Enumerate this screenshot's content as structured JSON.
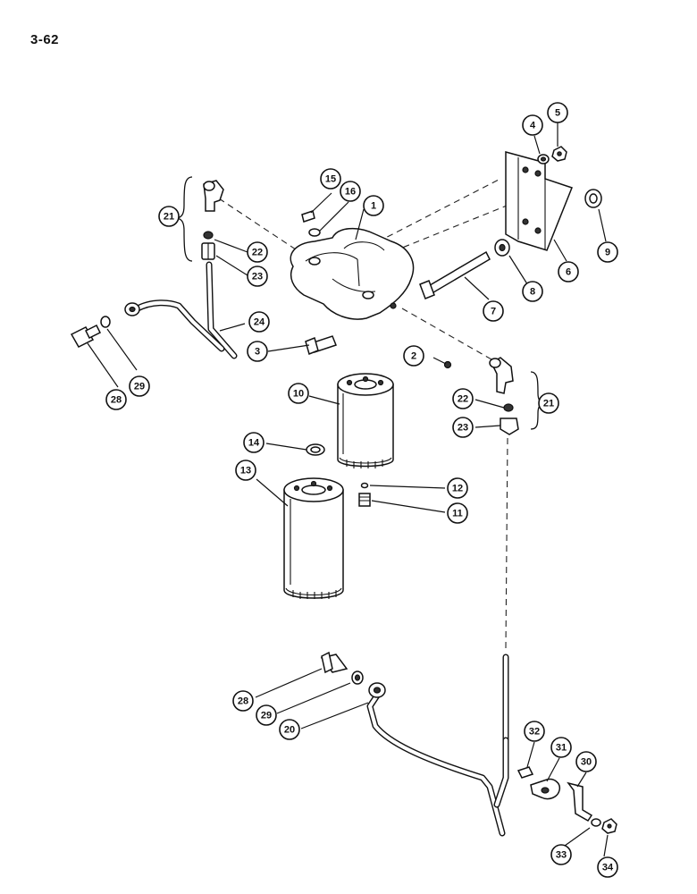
{
  "page": {
    "number": "3-62"
  },
  "callouts": [
    {
      "label": "1"
    },
    {
      "label": "2"
    },
    {
      "label": "3"
    },
    {
      "label": "4"
    },
    {
      "label": "5"
    },
    {
      "label": "6"
    },
    {
      "label": "7"
    },
    {
      "label": "8"
    },
    {
      "label": "9"
    },
    {
      "label": "10"
    },
    {
      "label": "11"
    },
    {
      "label": "12"
    },
    {
      "label": "13"
    },
    {
      "label": "14"
    },
    {
      "label": "15"
    },
    {
      "label": "16"
    },
    {
      "label": "21"
    },
    {
      "label": "22"
    },
    {
      "label": "23"
    },
    {
      "label": "24"
    },
    {
      "label": "28"
    },
    {
      "label": "29"
    },
    {
      "label": "2"
    },
    {
      "label": "22"
    },
    {
      "label": "23"
    },
    {
      "label": "21"
    },
    {
      "label": "28"
    },
    {
      "label": "29"
    },
    {
      "label": "20"
    },
    {
      "label": "32"
    },
    {
      "label": "31"
    },
    {
      "label": "30"
    },
    {
      "label": "33"
    },
    {
      "label": "34"
    }
  ]
}
